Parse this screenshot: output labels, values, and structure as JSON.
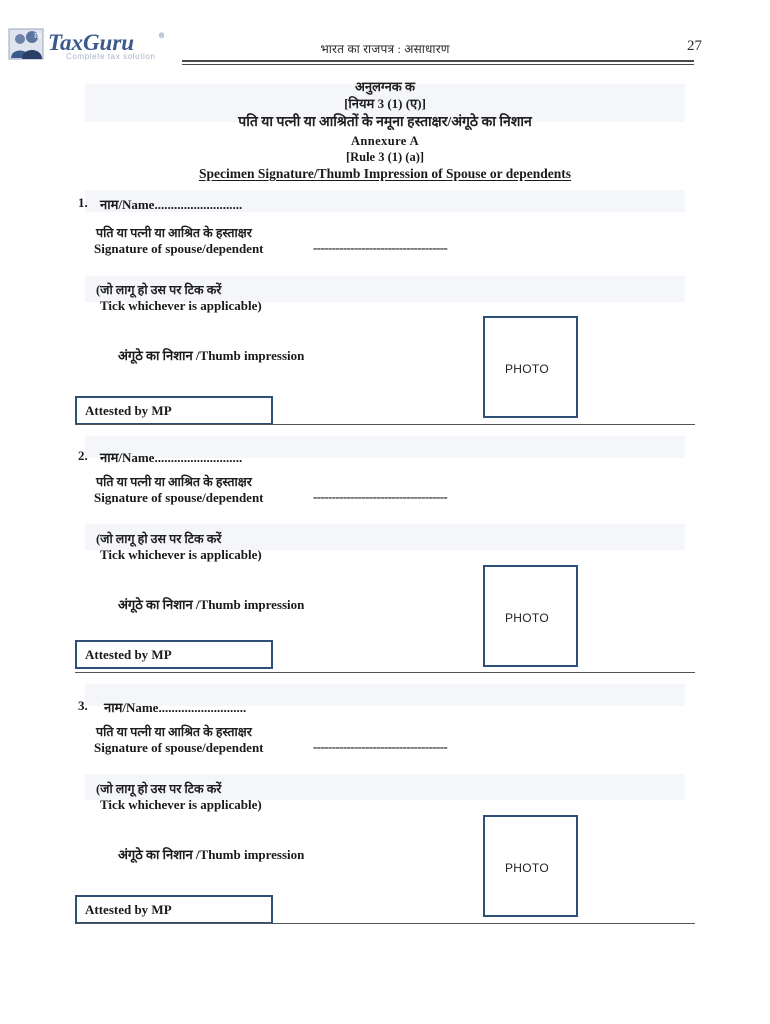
{
  "header": {
    "logo_text": "TaxGuru",
    "logo_tagline": "Complete tax solution",
    "logo_registered": "®",
    "gazette_title": "भारत का राजपत्र : असाधारण",
    "page_number": "27"
  },
  "title": {
    "hindi_line1": "अनुलग्नक क",
    "hindi_line2": "[नियम 3 (1) (ए)]",
    "hindi_line3": "पति या पत्नी या आश्रितों के नमूना हस्ताक्षर/अंगूठे का निशान",
    "english_line1": "Annexure A",
    "english_line2": "[Rule 3 (1) (a)]",
    "english_line3": "Specimen Signature/Thumb Impression of Spouse or dependents"
  },
  "labels": {
    "name": "नाम/Name...........................",
    "signature_hindi": "पति या पत्नी या आश्रित के हस्ताक्षर",
    "signature_english": "Signature of spouse/dependent",
    "signature_dash": "------------------------------------",
    "tick_hindi": "(जो लागू हो उस पर टिक करें",
    "tick_english": "Tick whichever is applicable)",
    "thumb_impression": "अंगूठे का निशान /Thumb impression",
    "attested_by_mp": "Attested by MP",
    "photo": "PHOTO"
  },
  "entries": [
    {
      "number": "1."
    },
    {
      "number": "2."
    },
    {
      "number": "3."
    }
  ],
  "colors": {
    "box_border": "#2e4f77",
    "rule": "#4a4a4a",
    "divider": "#555555",
    "tint_band": "#f4f6fa",
    "logo_blue": "#3b5a8c",
    "logo_dark": "#2a3f66"
  }
}
